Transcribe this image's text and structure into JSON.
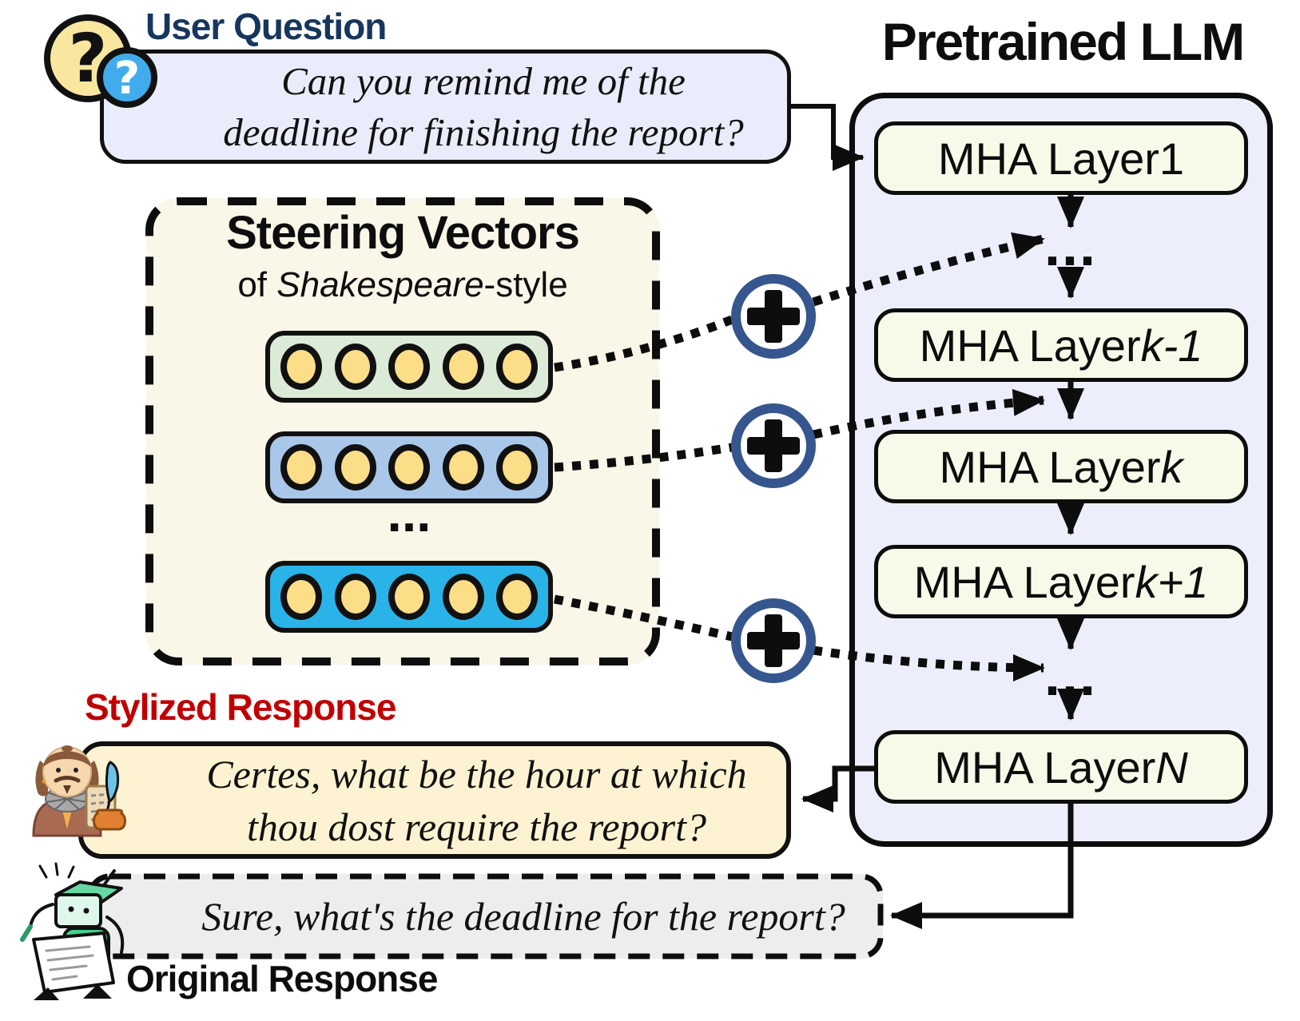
{
  "user_question": {
    "label": "User Question",
    "line1": "Can you remind me of the",
    "line2": "deadline for finishing the report?"
  },
  "pretrained_llm": {
    "title": "Pretrained LLM",
    "layers": [
      {
        "prefix": "MHA Layer ",
        "var": "1"
      },
      {
        "prefix": "MHA Layer ",
        "var": "k-1"
      },
      {
        "prefix": "MHA Layer ",
        "var": "k"
      },
      {
        "prefix": "MHA Layer ",
        "var": "k+1"
      },
      {
        "prefix": "MHA Layer ",
        "var": "N"
      }
    ],
    "ellipsis": "..."
  },
  "steering_vectors": {
    "title": "Steering Vectors",
    "subtitle_prefix": "of ",
    "subtitle_style_word": "Shakespeare",
    "subtitle_suffix": "-style",
    "ellipsis": "...",
    "rows": [
      {
        "color": "#dcead8",
        "cells": 5
      },
      {
        "color": "#a9c7e9",
        "cells": 5
      },
      {
        "color": "#2ab3e8",
        "cells": 5
      }
    ],
    "cell_color": "#fcdd88"
  },
  "stylized_response": {
    "label": "Stylized Response",
    "line1": "Certes, what be the hour at which",
    "line2": "thou dost require the report?"
  },
  "original_response": {
    "label": "Original Response",
    "text": "Sure, what's the deadline for the report?"
  },
  "icons": {
    "user": "question-marks-icon",
    "stylized": "shakespeare-avatar-icon",
    "original": "robot-avatar-icon",
    "adder": "plus-in-circle-icon"
  },
  "colors": {
    "user_label_navy": "#17365d",
    "stylized_label_red": "#c00000",
    "bubble_lavender": "#e9edfb",
    "llm_fill": "#eceffb",
    "mha_fill": "#f8f9e8",
    "steering_fill": "#faf6e8",
    "row_green": "#dcead8",
    "row_blue": "#a9c7e9",
    "row_cyan": "#2ab3e8",
    "cell_yellow": "#fcdd88",
    "plus_ring_blue": "#35568e",
    "stylized_fill": "#fdf3d2",
    "original_fill": "#ededed",
    "line_black": "#0d0d0d"
  }
}
